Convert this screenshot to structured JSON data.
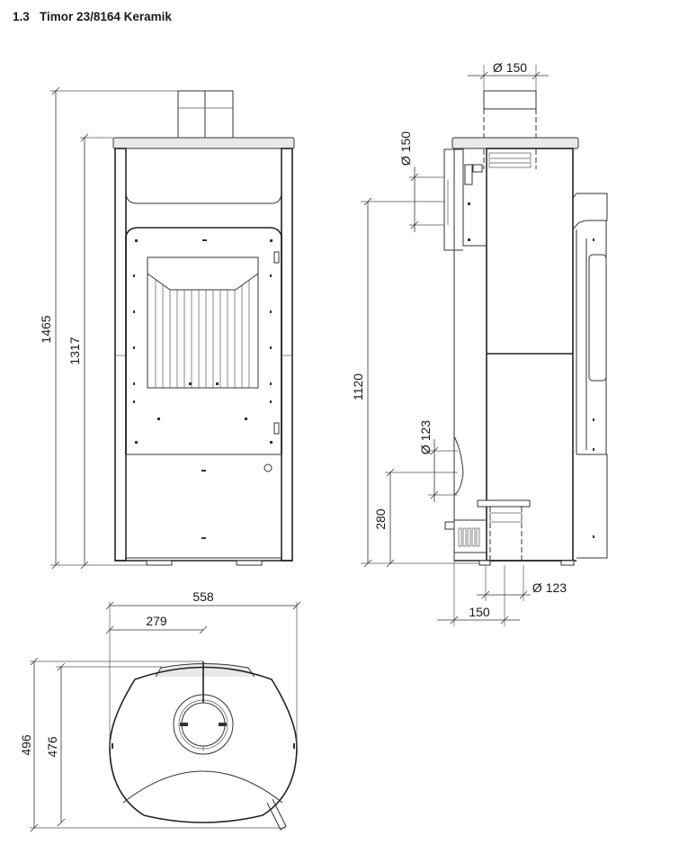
{
  "heading": {
    "number": "1.3",
    "title": "Timor 23/8164 Keramik"
  },
  "dimensions": {
    "front_total_height": "1465",
    "front_body_height": "1317",
    "side_top_flue_diameter": "Ø 150",
    "side_rear_flue_diameter": "Ø 150",
    "side_rear_flue_height": "1120",
    "side_air_inlet_diameter": "Ø 123",
    "side_air_inlet_height": "280",
    "side_bottom_diameter": "Ø 123",
    "side_bottom_offset": "150",
    "top_width": "558",
    "top_half_width": "279",
    "top_total_depth": "496",
    "top_body_depth": "476"
  }
}
